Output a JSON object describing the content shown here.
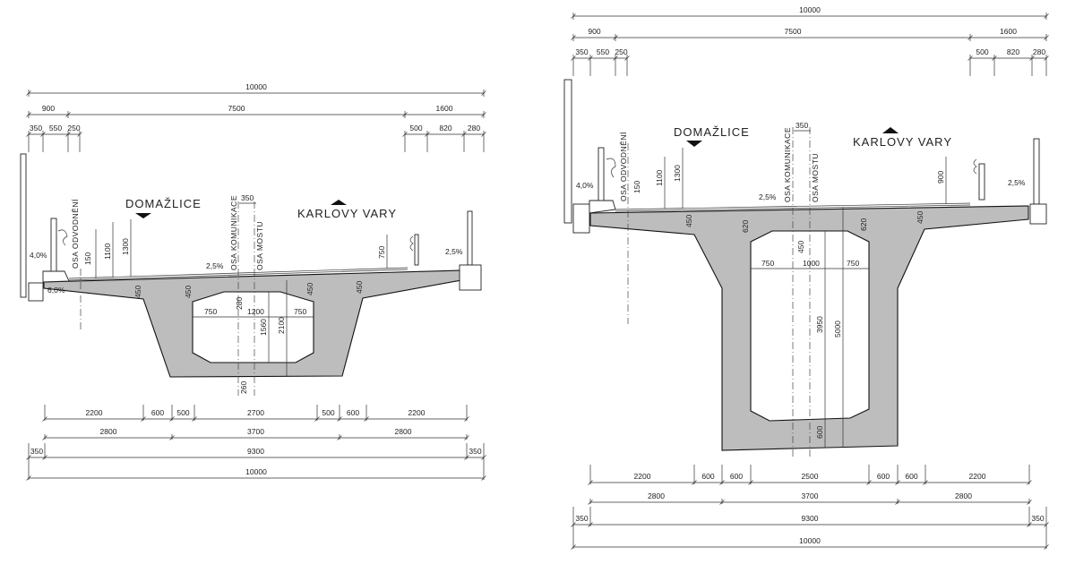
{
  "colors": {
    "concrete": "#bdbdbd",
    "line": "#222222"
  },
  "left_section": {
    "top_dims": {
      "total": [
        "10000"
      ],
      "row2": [
        "900",
        "7500",
        "1600"
      ],
      "row3_left": [
        "350",
        "550",
        "250"
      ],
      "row3_right": [
        "500",
        "820",
        "280"
      ]
    },
    "labels": {
      "direction_left": "DOMAŽLICE",
      "direction_right": "KARLOVY VARY",
      "axis_drainage": "OSA ODVODNĚNÍ",
      "axis_road": "OSA KOMUNIKACE",
      "axis_bridge": "OSA MOSTU"
    },
    "slopes": {
      "left_walkway": "4,0%",
      "left_cantilever": "6,0%",
      "deck": "2,5%",
      "right_walkway": "2,5%"
    },
    "dims": {
      "axis_offset": "350",
      "d150": "150",
      "d1100": "1100",
      "d1300": "1300",
      "d750_rail": "750",
      "slab1": "450",
      "slab2": "450",
      "slab3": "450",
      "slab4": "450",
      "haunch": "280",
      "void_l": "750",
      "void_c": "1200",
      "void_r": "750",
      "void_h": "1560",
      "depth": "2100",
      "bottom": "260"
    },
    "bottom_dims": {
      "row1": [
        "2200",
        "600",
        "500",
        "2700",
        "500",
        "600",
        "2200"
      ],
      "row2": [
        "2800",
        "3700",
        "2800"
      ],
      "row3": [
        "350",
        "9300",
        "350"
      ],
      "row4": [
        "10000"
      ]
    }
  },
  "right_section": {
    "top_dims": {
      "total": [
        "10000"
      ],
      "row2": [
        "900",
        "7500",
        "1600"
      ],
      "row3_left": [
        "350",
        "550",
        "250"
      ],
      "row3_right": [
        "500",
        "820",
        "280"
      ]
    },
    "labels": {
      "direction_left": "DOMAŽLICE",
      "direction_right": "KARLOVY VARY",
      "axis_drainage": "OSA ODVODNĚNÍ",
      "axis_road": "OSA KOMUNIKACE",
      "axis_bridge": "OSA MOSTU"
    },
    "slopes": {
      "left_walkway": "4,0%",
      "deck": "2,5%",
      "right_walkway": "2,5%"
    },
    "dims": {
      "axis_offset": "350",
      "d150": "150",
      "d1100": "1100",
      "d1300": "1300",
      "d900_rail": "900",
      "slab1": "450",
      "web_l": "620",
      "web_r": "620",
      "slab4": "450",
      "haunch": "450",
      "void_l": "750",
      "void_c": "1000",
      "void_r": "750",
      "void_h": "3950",
      "depth": "5000",
      "bottom": "600"
    },
    "bottom_dims": {
      "row1": [
        "2200",
        "600",
        "600",
        "2500",
        "600",
        "600",
        "2200"
      ],
      "row2": [
        "2800",
        "3700",
        "2800"
      ],
      "row3": [
        "350",
        "9300",
        "350"
      ],
      "row4": [
        "10000"
      ]
    }
  }
}
